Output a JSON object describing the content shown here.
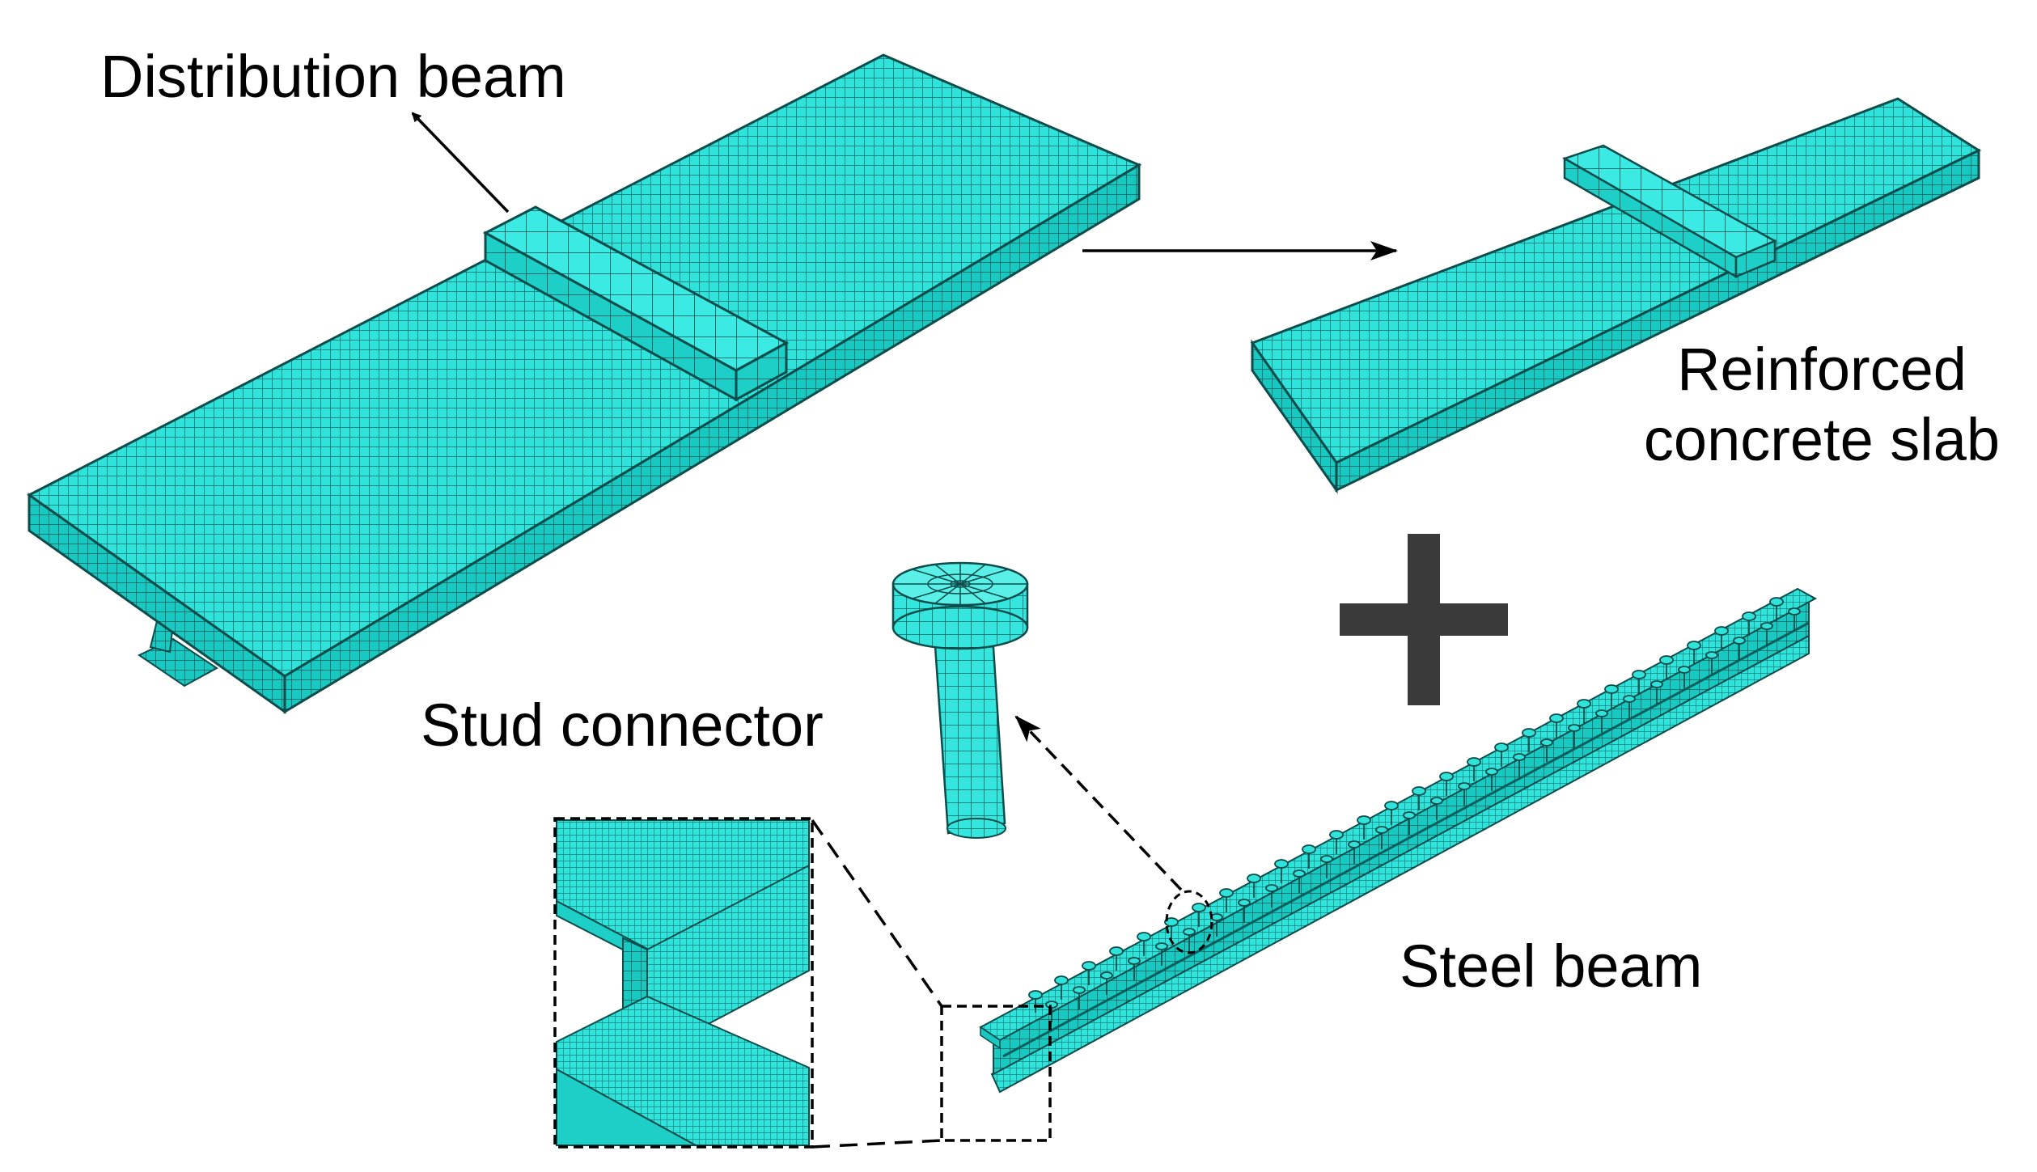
{
  "labels": {
    "distribution_beam": "Distribution beam",
    "slab_line1": "Reinforced",
    "slab_line2": "concrete slab",
    "stud_connector": "Stud connector",
    "steel_beam": "Steel beam"
  },
  "colors": {
    "mesh_fill": "#00F0E8",
    "mesh_top": "#35E6DE",
    "mesh_side": "#16C8C0",
    "mesh_dark": "#0A9C96",
    "mesh_line": "#0C4C4A",
    "arrow": "#000000",
    "plus": "#3A3A3A"
  }
}
